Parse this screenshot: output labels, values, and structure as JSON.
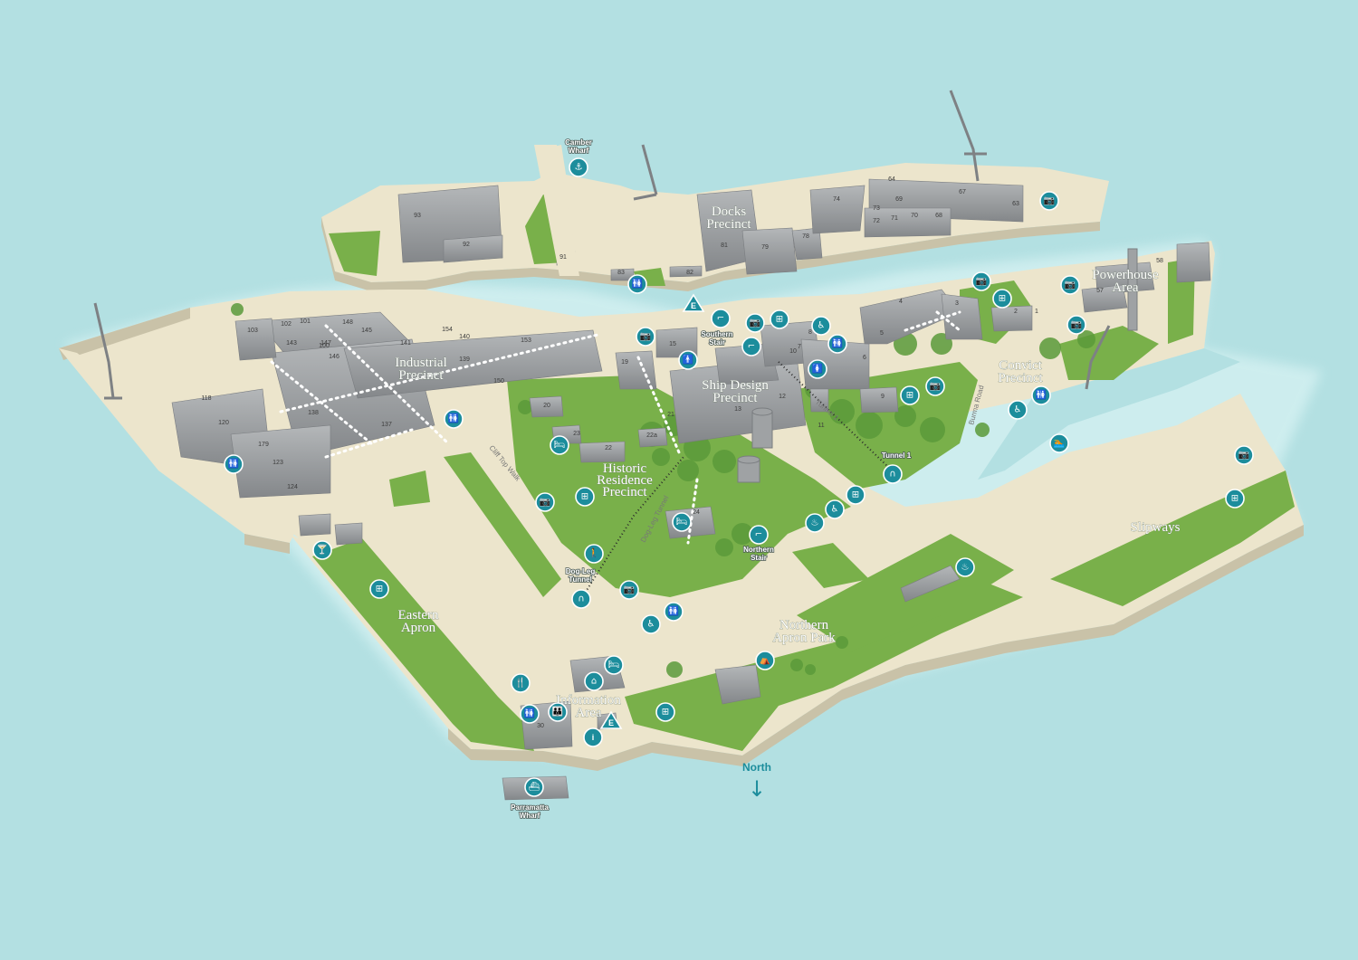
{
  "precincts": {
    "docks": [
      "Docks",
      "Precinct"
    ],
    "industrial": [
      "Industrial",
      "Precinct"
    ],
    "ship_design": [
      "Ship Design",
      "Precinct"
    ],
    "historic": [
      "Historic",
      "Residence",
      "Precinct"
    ],
    "convict": [
      "Convict",
      "Precinct"
    ],
    "powerhouse": [
      "Powerhouse",
      "Area"
    ],
    "slipways": [
      "Slipways"
    ],
    "eastern_apron": [
      "Eastern",
      "Apron"
    ],
    "northern_apron": [
      "Northern",
      "Apron Park"
    ],
    "information": [
      "Information",
      "Area"
    ]
  },
  "places": {
    "camber_wharf": [
      "Camber",
      "Wharf"
    ],
    "parramatta_wharf": [
      "Parramatta",
      "Wharf"
    ],
    "southern_stair": [
      "Southern",
      "Stair"
    ],
    "northern_stair": [
      "Northern",
      "Stair"
    ],
    "dogleg_tunnel": [
      "Dog-Leg",
      "Tunnel"
    ],
    "tunnel1": "Tunnel 1"
  },
  "roads": {
    "cliff_top_walk": "Cliff Top Walk",
    "dogleg_tunnel_path": "Dog-Leg Tunnel",
    "tunnel1_path": "Tunnel 1",
    "burma_road": "Burma Road"
  },
  "compass": {
    "label": "North",
    "arrow": "↓"
  },
  "building_numbers": [
    "93",
    "92",
    "91",
    "83",
    "82",
    "81",
    "79",
    "78",
    "74",
    "73",
    "72",
    "71",
    "70",
    "69",
    "68",
    "67",
    "64",
    "63",
    "58",
    "57",
    "1",
    "2",
    "3",
    "4",
    "5",
    "6",
    "7",
    "8",
    "9",
    "10",
    "11",
    "12",
    "13",
    "15",
    "19",
    "20",
    "21",
    "22",
    "22a",
    "23",
    "24",
    "30",
    "100",
    "101",
    "102",
    "103",
    "118",
    "120",
    "123",
    "124",
    "137",
    "138",
    "139",
    "140",
    "141",
    "143",
    "145",
    "146",
    "147",
    "148",
    "150",
    "153",
    "154",
    "179"
  ],
  "legend_icons": [
    {
      "id": "anchor",
      "name": "anchor-icon",
      "glyph": "⚓"
    },
    {
      "id": "camera",
      "name": "camera-icon",
      "glyph": "📷"
    },
    {
      "id": "toilet",
      "name": "toilet-icon",
      "glyph": "🚻"
    },
    {
      "id": "male",
      "name": "male-toilet-icon",
      "glyph": "🚹"
    },
    {
      "id": "female",
      "name": "female-toilet-icon",
      "glyph": "🚺"
    },
    {
      "id": "accessible",
      "name": "accessible-icon",
      "glyph": "♿"
    },
    {
      "id": "picnic",
      "name": "picnic-icon",
      "glyph": "⊞"
    },
    {
      "id": "stairs",
      "name": "stairs-icon",
      "glyph": "⌐"
    },
    {
      "id": "bed",
      "name": "accommodation-icon",
      "glyph": "🛏"
    },
    {
      "id": "tunnel",
      "name": "tunnel-icon",
      "glyph": "∩"
    },
    {
      "id": "bar",
      "name": "bar-icon",
      "glyph": "🍸"
    },
    {
      "id": "food",
      "name": "food-icon",
      "glyph": "🍴"
    },
    {
      "id": "house",
      "name": "house-icon",
      "glyph": "⌂"
    },
    {
      "id": "info",
      "name": "info-icon",
      "glyph": "i"
    },
    {
      "id": "camp",
      "name": "camping-icon",
      "glyph": "⛺"
    },
    {
      "id": "swim",
      "name": "swimming-icon",
      "glyph": "🏊"
    },
    {
      "id": "ferry",
      "name": "ferry-icon",
      "glyph": "⛴"
    },
    {
      "id": "bbq",
      "name": "bbq-icon",
      "glyph": "♨"
    },
    {
      "id": "group",
      "name": "group-icon",
      "glyph": "👪"
    },
    {
      "id": "walk",
      "name": "walking-icon",
      "glyph": "🚶"
    },
    {
      "id": "elevator",
      "name": "lift-icon",
      "glyph": "E"
    },
    {
      "id": "crane",
      "name": "crane-icon",
      "glyph": "⊥"
    }
  ],
  "colors": {
    "water": "#b3e0e2",
    "land": "#ece5cc",
    "grass": "#79b04a",
    "building": "#9a9d9f",
    "icon": "#1c8d9c",
    "trail": "#ffffff"
  }
}
